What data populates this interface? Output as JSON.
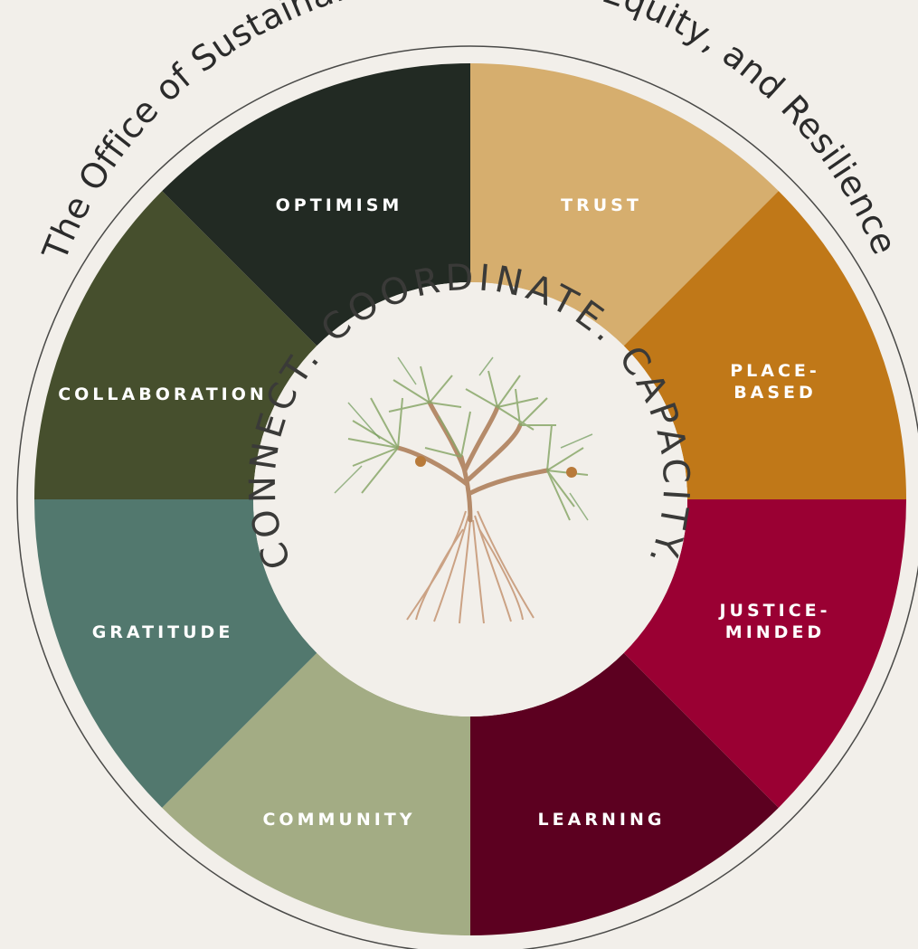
{
  "title": "The Office of Sustainability, Climate, Equity, and Resilience",
  "center_text": "CONNECT. COORDINATE. CAPACITY.",
  "colors": {
    "background": "#f2efea",
    "ring_outline": "#4a4a48",
    "center_disc": "#f2efea"
  },
  "segments": [
    {
      "id": "trust",
      "lines": [
        "TRUST"
      ],
      "color": "#d6ae6e",
      "text_color": "#ffffff"
    },
    {
      "id": "place-based",
      "lines": [
        "PLACE-",
        "BASED"
      ],
      "color": "#c07818",
      "text_color": "#ffffff"
    },
    {
      "id": "justice-minded",
      "lines": [
        "JUSTICE-",
        "MINDED"
      ],
      "color": "#9a0033",
      "text_color": "#ffffff"
    },
    {
      "id": "learning",
      "lines": [
        "LEARNING"
      ],
      "color": "#5c0020",
      "text_color": "#ffffff"
    },
    {
      "id": "community",
      "lines": [
        "COMMUNITY"
      ],
      "color": "#a3ac84",
      "text_color": "#ffffff"
    },
    {
      "id": "gratitude",
      "lines": [
        "GRATITUDE"
      ],
      "color": "#52786e",
      "text_color": "#ffffff"
    },
    {
      "id": "collaboration",
      "lines": [
        "COLLABORATION"
      ],
      "color": "#464f2d",
      "text_color": "#ffffff"
    },
    {
      "id": "optimism",
      "lines": [
        "OPTIMISM"
      ],
      "color": "#222a23",
      "text_color": "#ffffff"
    }
  ],
  "center_image": "mangrove-tree-illustration"
}
